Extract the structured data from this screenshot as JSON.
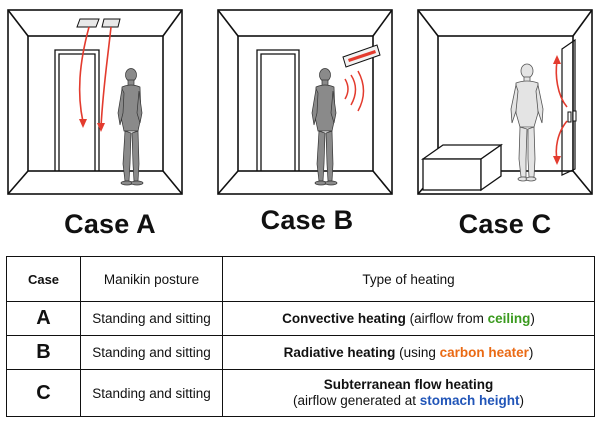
{
  "captions": [
    "Case A",
    "Case B",
    "Case C"
  ],
  "table": {
    "headers": [
      "Case",
      "Manikin posture",
      "Type of heating"
    ],
    "rows": [
      {
        "case": "A",
        "posture": "Standing and sitting",
        "heating_bold": "Convective heating",
        "heating_pre": " (airflow from ",
        "heating_highlight": "ceiling",
        "heating_post": ")"
      },
      {
        "case": "B",
        "posture": "Standing and sitting",
        "heating_bold": "Radiative heating",
        "heating_pre": " (using ",
        "heating_highlight": "carbon heater",
        "heating_post": ")"
      },
      {
        "case": "C",
        "posture": "Standing and sitting",
        "heating_bold": "Subterranean flow heating",
        "heating_pre": "(airflow generated at ",
        "heating_highlight": "stomach height",
        "heating_post": ")"
      }
    ]
  },
  "colors": {
    "ceiling": "#3a9a1e",
    "carbon_heater": "#ea6a14",
    "stomach_height": "#2155b8",
    "airflow_arrow": "#e33b2e"
  }
}
